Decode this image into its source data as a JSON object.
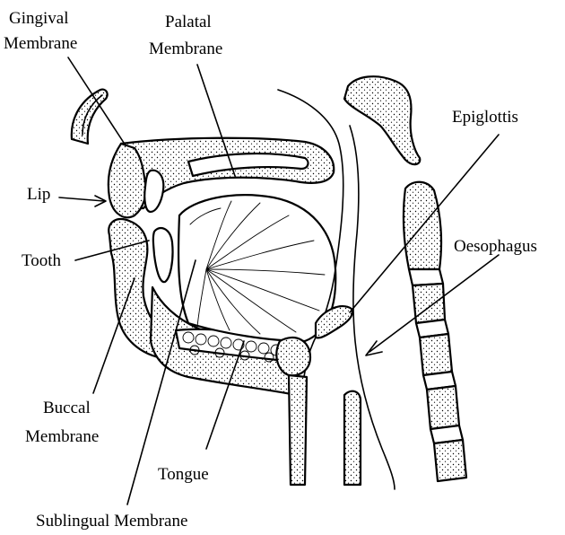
{
  "labels": {
    "gingival_line1": "Gingival",
    "gingival_line2": "Membrane",
    "palatal_line1": "Palatal",
    "palatal_line2": "Membrane",
    "lip": "Lip",
    "tooth": "Tooth",
    "epiglottis": "Epiglottis",
    "oesophagus": "Oesophagus",
    "buccal_line1": "Buccal",
    "buccal_line2": "Membrane",
    "tongue": "Tongue",
    "sublingual": "Sublingual Membrane"
  },
  "colors": {
    "ink": "#000000",
    "background": "#ffffff"
  }
}
